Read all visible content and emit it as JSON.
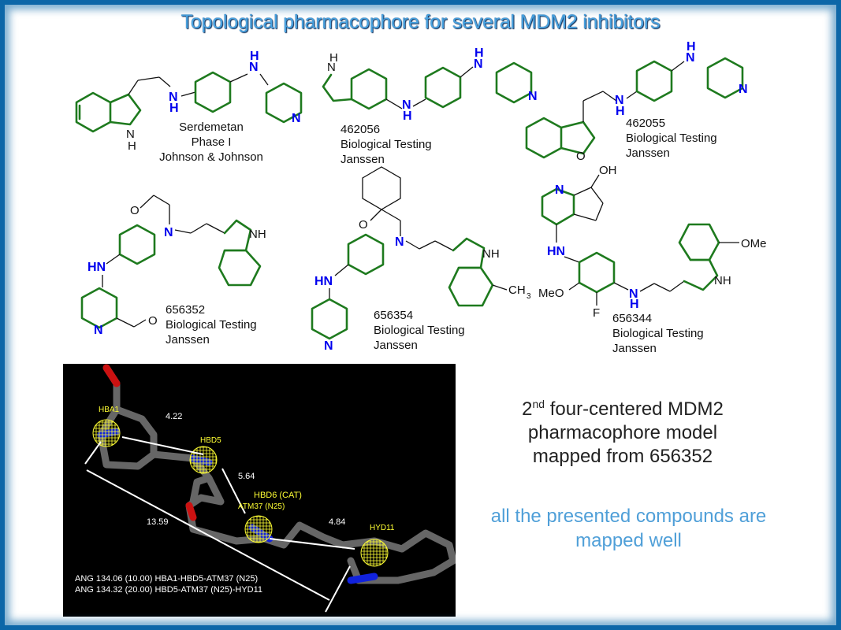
{
  "title": "Topological pharmacophore for several MDM2 inhibitors",
  "compounds": [
    {
      "id": "Serdemetan",
      "line2": "Phase I",
      "line3": "Johnson & Johnson"
    },
    {
      "id": "462056",
      "line2": "Biological Testing",
      "line3": "Janssen"
    },
    {
      "id": "462055",
      "line2": "Biological Testing",
      "line3": "Janssen"
    },
    {
      "id": "656352",
      "line2": "Biological Testing",
      "line3": "Janssen"
    },
    {
      "id": "656354",
      "line2": "Biological Testing",
      "line3": "Janssen"
    },
    {
      "id": "656344",
      "line2": "Biological Testing",
      "line3": "Janssen"
    }
  ],
  "atoms": {
    "N": "N",
    "H": "H",
    "NH": "NH",
    "HN": "HN",
    "O": "O",
    "OH": "OH",
    "F": "F",
    "OMe": "OMe",
    "MeO": "MeO",
    "CH3": "CH",
    "sub3": "3"
  },
  "pharmacophore_panel": {
    "features": {
      "hba1": "HBA1",
      "hbd5": "HBD5",
      "hbd6": "HBD6 (CAT)",
      "atm37": "ATM37 (N25)",
      "hyd11": "HYD11"
    },
    "distances": {
      "d1": "4.22",
      "d2": "5.64",
      "d3": "4.84",
      "d4": "13.59"
    },
    "angles": [
      "ANG 134.06 (10.00) HBA1-HBD5-ATM37 (N25)",
      "ANG 134.32 (20.00) HBD5-ATM37 (N25)-HYD11"
    ]
  },
  "caption": {
    "main_prefix": "2",
    "main_sup": "nd",
    "main_rest": " four-centered MDM2",
    "main_line2": "pharmacophore model",
    "main_line3": "mapped from 656352",
    "note_line1": "all the presented compounds are",
    "note_line2": "mapped well"
  },
  "colors": {
    "frame": "#0d67a8",
    "title": "#4aa3e0",
    "ring": "#1e7a1e",
    "heteroatom": "#0000ee",
    "note": "#4f9fd8",
    "feature": "#ffff33"
  }
}
